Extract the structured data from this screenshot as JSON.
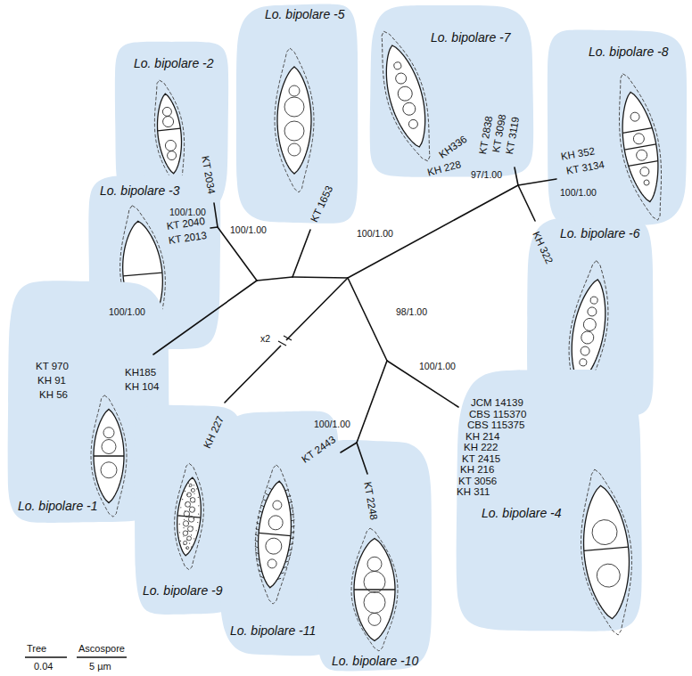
{
  "diagram": {
    "nodes": [
      {
        "text": [
          "Lo. bipolare -2",
          "KT 2034"
        ]
      },
      {
        "text": [
          "Lo. bipolare -5",
          "KT 1653"
        ]
      },
      {
        "text": [
          "Lo. bipolare -7",
          "KT 2838",
          "KT 3098",
          "KT 3119",
          "KH336",
          "KH 228"
        ]
      },
      {
        "text": [
          "Lo. bipolare -8",
          "KH 352",
          "KT 3134"
        ]
      },
      {
        "text": [
          "Lo. bipolare -3",
          "KT 2040",
          "KT 2013"
        ]
      },
      {
        "text": [
          "Lo. bipolare -6",
          "KH 322"
        ]
      },
      {
        "text": [
          "Lo. bipolare -1",
          "KT 970",
          "KH 91",
          "KH 56",
          "KH185",
          "KH 104"
        ]
      },
      {
        "text": [
          "Lo. bipolare -9",
          "KH 227"
        ]
      },
      {
        "text": [
          "Lo. bipolare -11",
          "KT 2443"
        ]
      },
      {
        "text": [
          "Lo. bipolare -4",
          "JCM 14139",
          "CBS 115370",
          "CBS 115375",
          "KH 214",
          "KH 222",
          "KT 2415",
          "KH 216",
          "KT 3056",
          "KH 311"
        ]
      },
      {
        "text": [
          "Lo. bipolare -10",
          "KT 2248"
        ]
      }
    ],
    "labels": [
      "97/1.00",
      "100/1.00",
      "100/1.00",
      "100/1.00",
      "100/1.00",
      "98/1.00",
      "100/1.00",
      "x2",
      "100/1.00",
      "100/1.00",
      "Tree",
      "0.04",
      "Ascospore",
      "5 µm"
    ]
  }
}
